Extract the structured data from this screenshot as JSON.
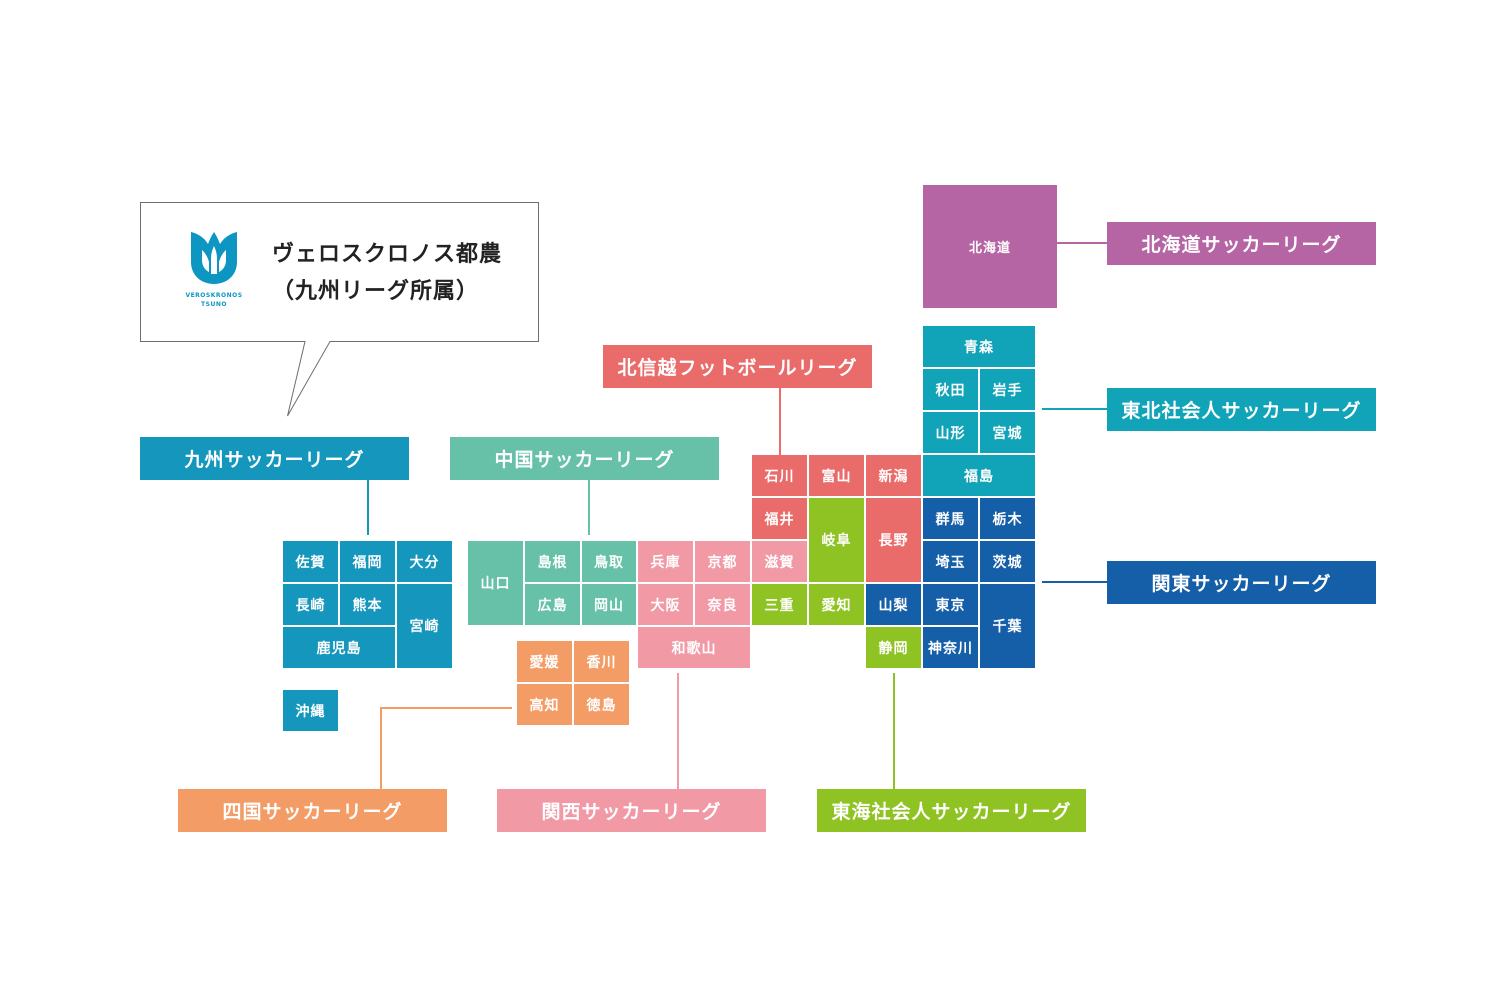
{
  "colors": {
    "hokkaido": "#b564a4",
    "tohoku": "#11a4b8",
    "kanto": "#155ea8",
    "hokushinetsu": "#ea6c6a",
    "tokai": "#8fc323",
    "kansai": "#f19aa5",
    "chugoku": "#66c1a8",
    "shikoku": "#f39c66",
    "kyushu": "#1496bd",
    "logo": "#0d96c2"
  },
  "callout": {
    "logo_icon": "veroskronos-tulip-logo",
    "logo_text_line1": "VEROSKRONOS",
    "logo_text_line2": "TSUNO",
    "line1": "ヴェロスクロノス都農",
    "line2": "（九州リーグ所属）"
  },
  "leagues": {
    "hokkaido": "北海道サッカーリーグ",
    "tohoku": "東北社会人サッカーリーグ",
    "kanto": "関東サッカーリーグ",
    "hokushinetsu": "北信越フットボールリーグ",
    "tokai": "東海社会人サッカーリーグ",
    "kansai": "関西サッカーリーグ",
    "chugoku": "中国サッカーリーグ",
    "shikoku": "四国サッカーリーグ",
    "kyushu": "九州サッカーリーグ"
  },
  "prefectures": {
    "hokkaido": "北海道",
    "aomori": "青森",
    "akita": "秋田",
    "iwate": "岩手",
    "yamagata": "山形",
    "miyagi": "宮城",
    "fukushima": "福島",
    "gunma": "群馬",
    "tochigi": "栃木",
    "saitama": "埼玉",
    "ibaraki": "茨城",
    "tokyo": "東京",
    "chiba": "千葉",
    "kanagawa": "神奈川",
    "yamanashi": "山梨",
    "ishikawa": "石川",
    "toyama": "富山",
    "niigata": "新潟",
    "fukui": "福井",
    "nagano": "長野",
    "gifu": "岐阜",
    "mie": "三重",
    "aichi": "愛知",
    "shizuoka": "静岡",
    "shiga": "滋賀",
    "hyogo": "兵庫",
    "kyoto": "京都",
    "osaka": "大阪",
    "nara": "奈良",
    "wakayama": "和歌山",
    "yamaguchi": "山口",
    "shimane": "島根",
    "tottori": "鳥取",
    "hiroshima": "広島",
    "okayama": "岡山",
    "ehime": "愛媛",
    "kagawa": "香川",
    "kochi": "高知",
    "tokushima": "徳島",
    "saga": "佐賀",
    "fukuoka": "福岡",
    "oita": "大分",
    "nagasaki": "長崎",
    "kumamoto": "熊本",
    "miyazaki": "宮崎",
    "kagoshima": "鹿児島",
    "okinawa": "沖縄"
  }
}
